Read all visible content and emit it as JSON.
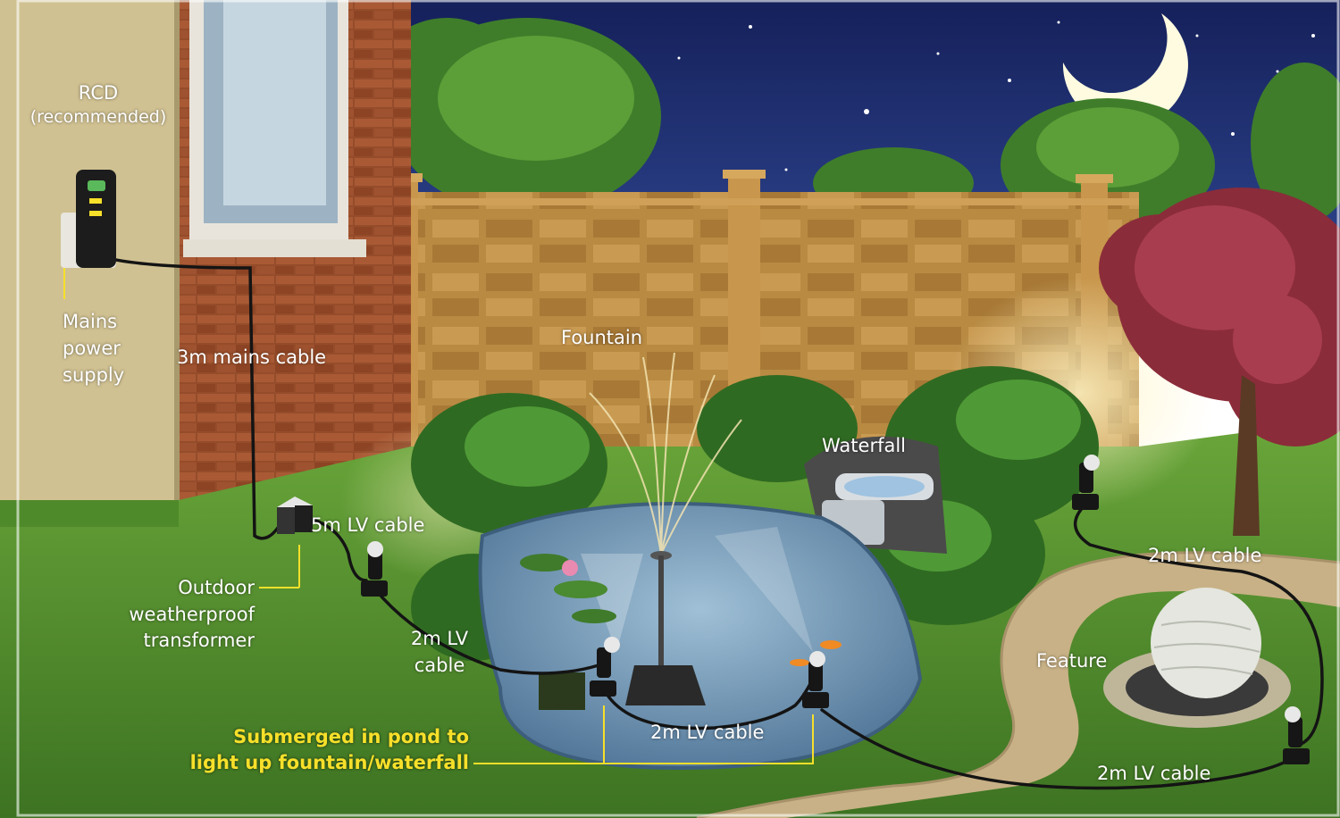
{
  "labels": {
    "rcd": "RCD",
    "rcd_note": "(recommended)",
    "mains_1": "Mains",
    "mains_2": "power",
    "mains_3": "supply",
    "mains_cable": "3m mains cable",
    "fountain": "Fountain",
    "waterfall": "Waterfall",
    "lv_5m": "5m LV cable",
    "transformer_1": "Outdoor",
    "transformer_2": "weatherproof",
    "transformer_3": "transformer",
    "lv_2m_left_1": "2m LV",
    "lv_2m_left_2": "cable",
    "lv_2m_bottom": "2m LV cable",
    "lv_2m_right_top": "2m LV cable",
    "lv_2m_right_bottom": "2m LV cable",
    "feature": "Feature",
    "submerged_1": "Submerged in pond to",
    "submerged_2": "light up fountain/waterfall"
  },
  "colors": {
    "night_sky": "#1c2a66",
    "fence": "#b9893e",
    "brick": "#9c4a2a",
    "lawn": "#4f8a2a",
    "pond": "#5d86a8",
    "highlight_text": "#f7e02a",
    "label_text": "#ffffff",
    "cable": "#141414"
  },
  "icons": [
    "moon-icon",
    "star-icon",
    "rcd-device-icon",
    "transformer-icon",
    "spotlight-icon",
    "fountain-pump-icon",
    "fish-icon",
    "water-lily-icon",
    "sphere-water-feature-icon"
  ]
}
